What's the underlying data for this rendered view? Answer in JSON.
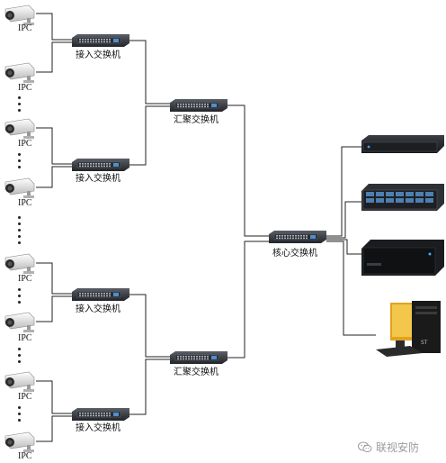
{
  "labels": {
    "ipc": "IPC",
    "access_switch": "接入交换机",
    "aggregation_switch": "汇聚交换机",
    "core_switch": "核心交换机"
  },
  "watermark": {
    "text": "联视安防",
    "icon": "wechat-icon"
  },
  "colors": {
    "line": "#222222",
    "switch_body": "#3a3d42",
    "camera_body": "#e8e8e8"
  }
}
